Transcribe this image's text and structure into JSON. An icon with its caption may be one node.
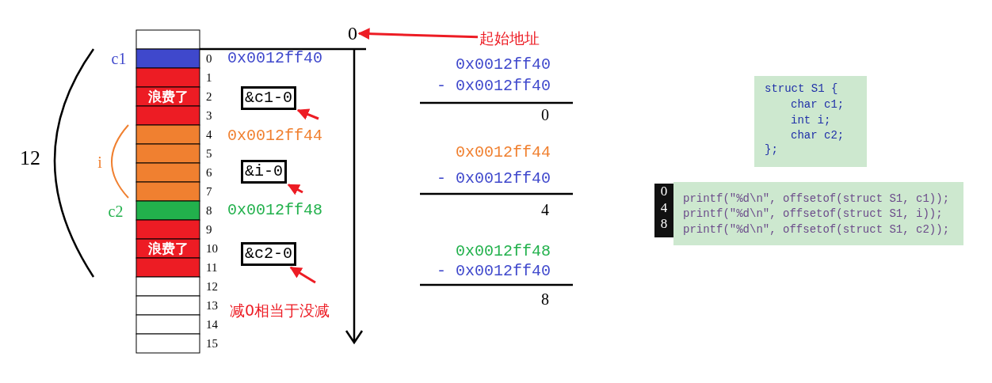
{
  "diagram": {
    "nodes": [
      {
        "text": [
          "0"
        ]
      },
      {
        "text": [
          "起始地址"
        ]
      },
      {
        "text": [
          "&c1-0"
        ]
      },
      {
        "text": [
          "&i-0"
        ]
      },
      {
        "text": [
          "&c2-0"
        ]
      }
    ],
    "edges": [
      {
        "from": 1,
        "to": 0,
        "arrow": "to"
      },
      {
        "from": null,
        "to": 2,
        "arrow": "to"
      },
      {
        "from": null,
        "to": 3,
        "arrow": "to"
      },
      {
        "from": null,
        "to": 4,
        "arrow": "to"
      }
    ],
    "labels": [
      "c1",
      "12",
      "i",
      "c2",
      "浪费了",
      "浪费了",
      "0",
      "1",
      "2",
      "3",
      "4",
      "5",
      "6",
      "7",
      "8",
      "9",
      "10",
      "11",
      "12",
      "13",
      "14",
      "15",
      "0x0012ff40",
      "0x0012ff44",
      "0x0012ff48",
      "减0相当于没减",
      "0x0012ff40",
      "- 0x0012ff40",
      "0",
      "0x0012ff44",
      "- 0x0012ff40",
      "4",
      "0x0012ff48",
      "- 0x0012ff40",
      "8",
      "struct S1 {",
      "char c1;",
      "int i;",
      "char c2;",
      "};",
      "0",
      "4",
      "8",
      "printf(\"%d\\n\", offsetof(struct S1, c1));",
      "printf(\"%d\\n\", offsetof(struct S1, i));",
      "printf(\"%d\\n\", offsetof(struct S1, c2));"
    ]
  }
}
